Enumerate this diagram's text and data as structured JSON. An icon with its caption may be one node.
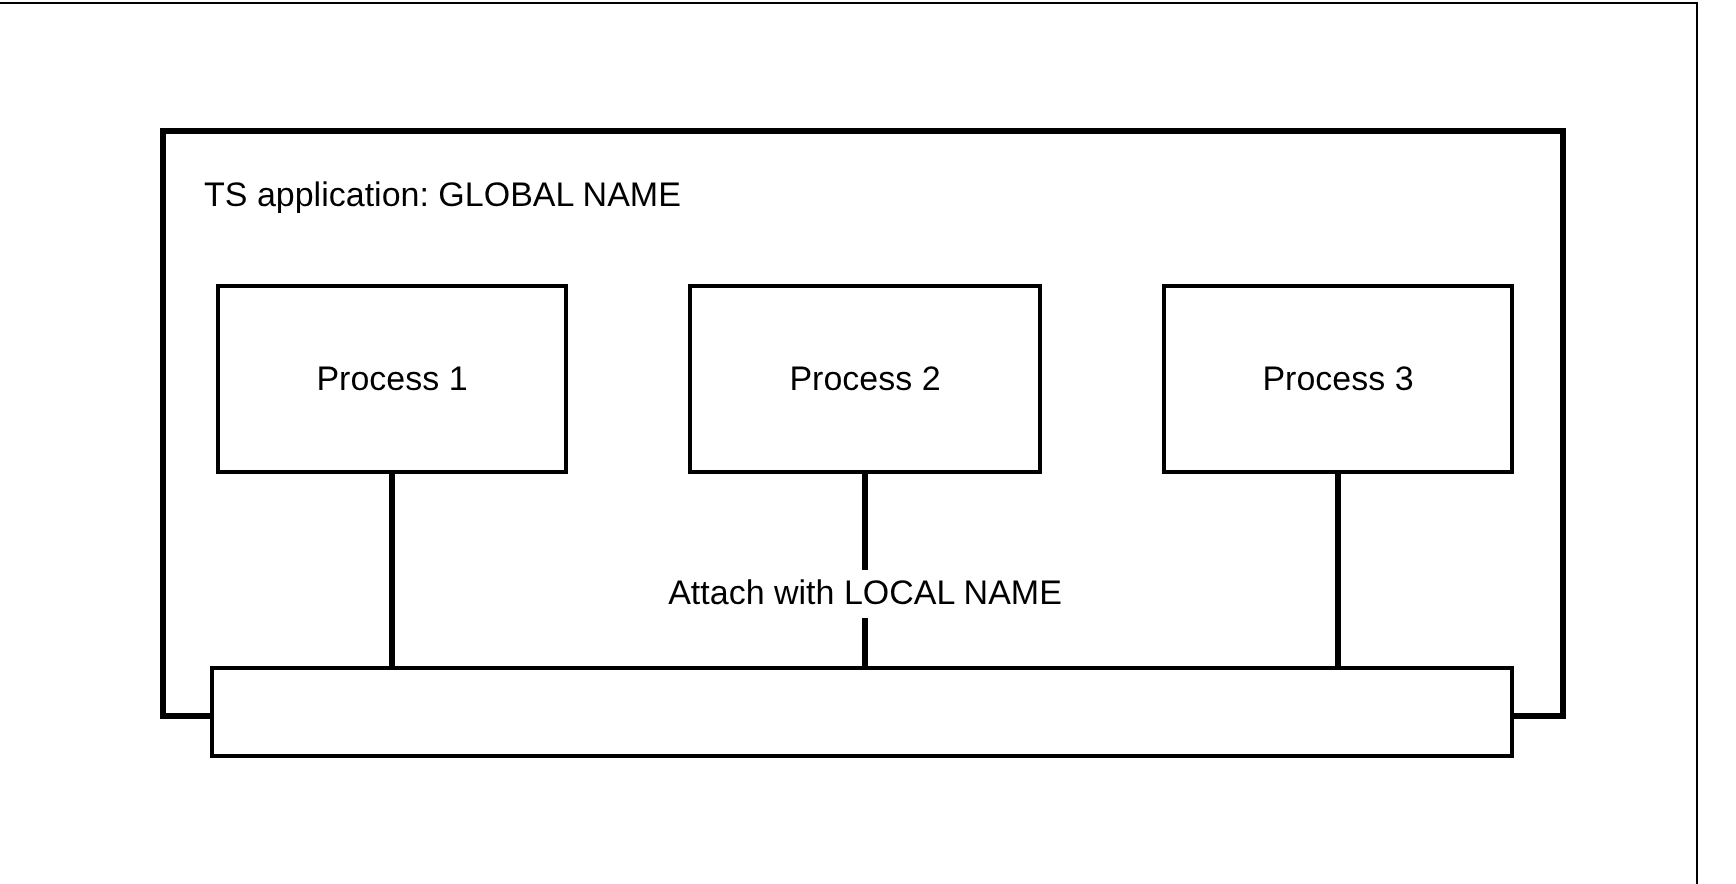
{
  "diagram": {
    "nodes": [
      {
        "text": [
          "TS application: GLOBAL NAME"
        ]
      },
      {
        "text": [
          "Process 1"
        ],
        "in": 0
      },
      {
        "text": [
          "Process 2"
        ],
        "in": 0
      },
      {
        "text": [
          "Process 3"
        ],
        "in": 0
      },
      {
        "text": [],
        "shape": "box"
      }
    ],
    "edges": [
      {
        "from": 1,
        "to": 4,
        "arrow": "none"
      },
      {
        "from": 2,
        "to": 4,
        "arrow": "none",
        "label": "Attach with LOCAL NAME"
      },
      {
        "from": 3,
        "to": 4,
        "arrow": "none"
      }
    ]
  }
}
